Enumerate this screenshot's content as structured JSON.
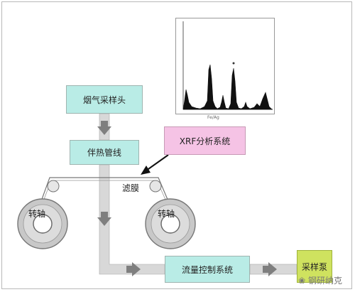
{
  "diagram": {
    "nodes": {
      "sampling_head": "烟气采样头",
      "heated_line": "伴热管线",
      "xrf_system": "XRF分析系统",
      "filter": "滤膜",
      "left_reel": "转轴",
      "right_reel": "转轴",
      "flow_control": "流量控制系统",
      "sampling_pump": "采样泵"
    },
    "spectrum_axis_note": "Fe/Ag",
    "watermark": "钢研纳克",
    "colors": {
      "process_box": "#b9ece6",
      "analysis_box": "#f5c3e5",
      "pump_box": "#cfe25f",
      "pipe": "#d8d8d8",
      "arrow": "#7f7f7f"
    }
  }
}
